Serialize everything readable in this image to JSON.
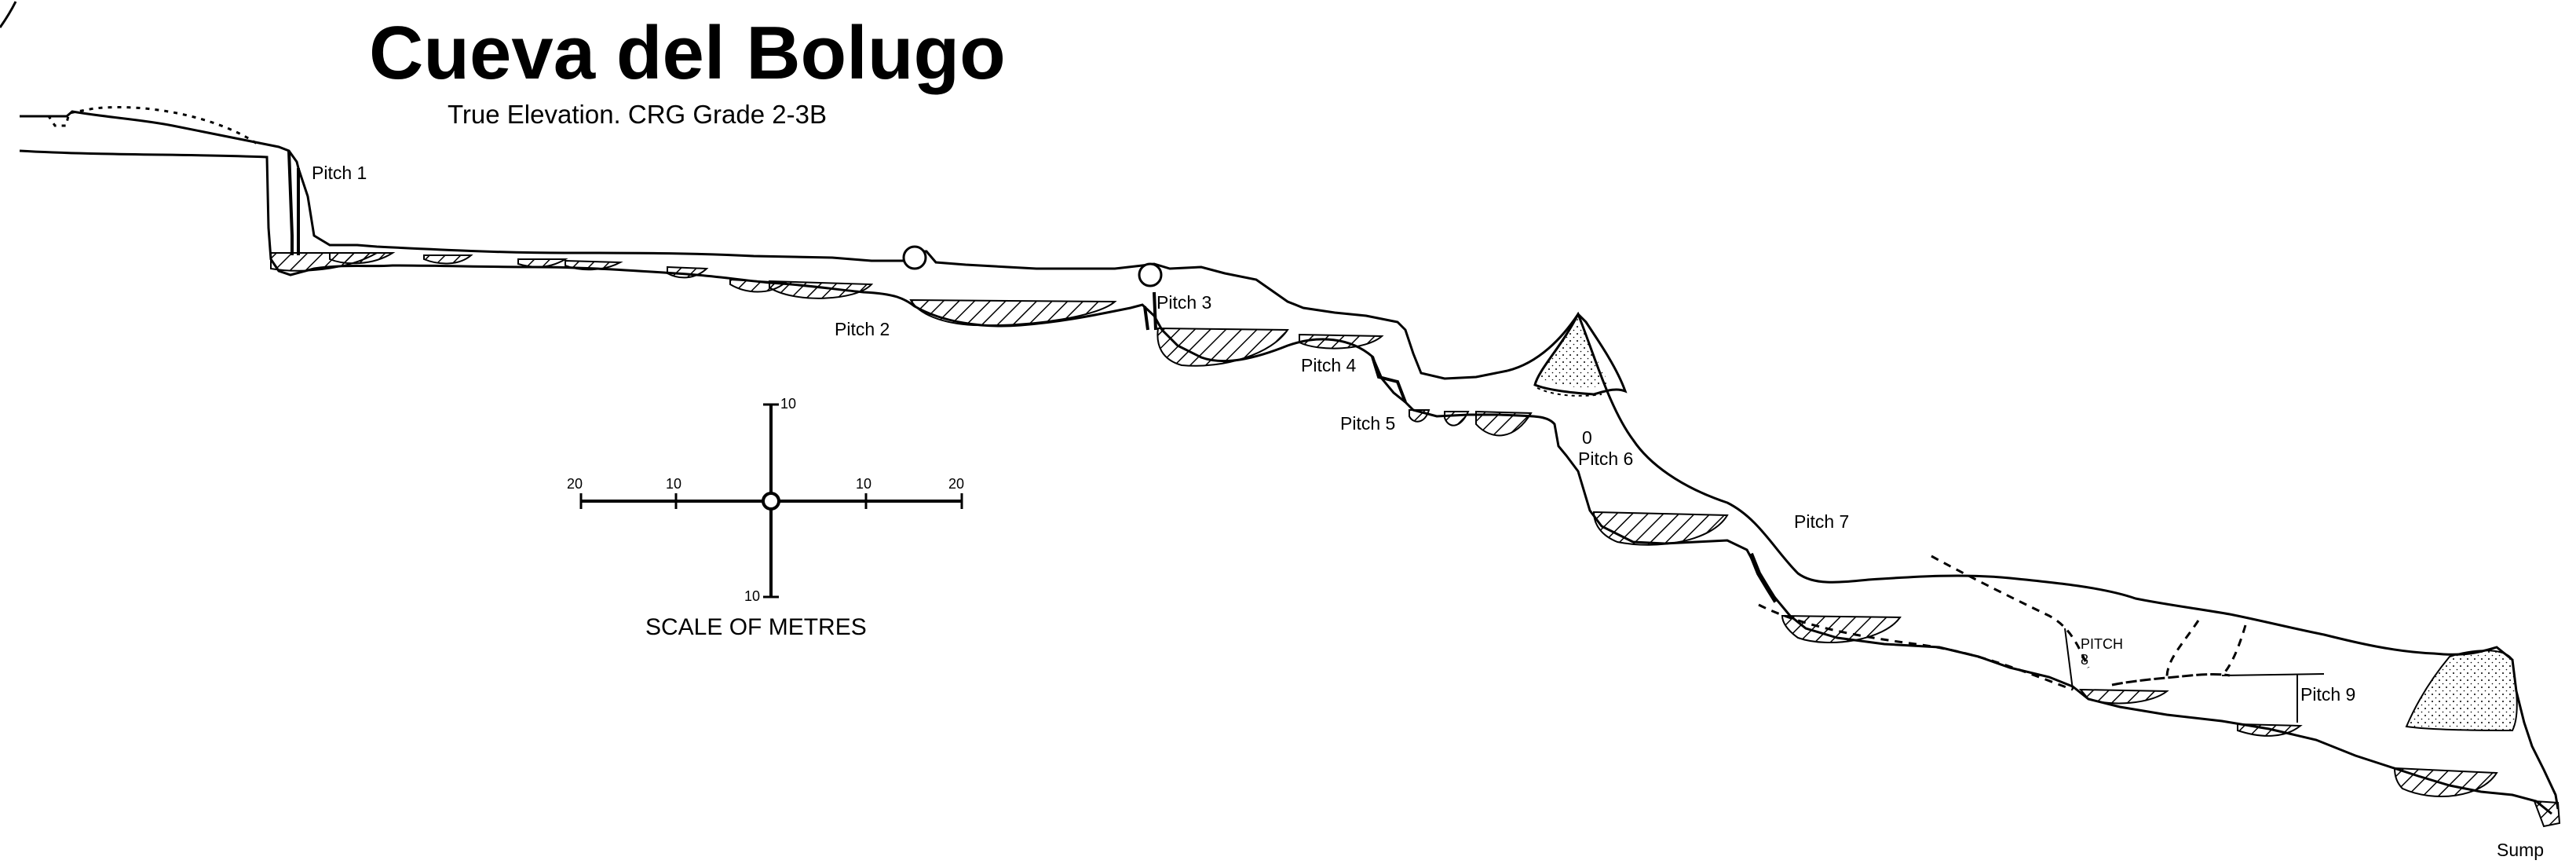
{
  "survey": {
    "title": "Cueva del Bolugo",
    "subtitle": "True Elevation.  CRG Grade 2-3B",
    "pitches": [
      "Pitch 1",
      "Pitch 2",
      "Pitch 3",
      "Pitch 4",
      "Pitch 5",
      "Pitch 6",
      "Pitch 7",
      "PITCH",
      "Pitch 9"
    ],
    "pitch8_number": "8",
    "sump": "Sump",
    "zero_marker": "0"
  },
  "scale": {
    "label": "SCALE OF METRES",
    "ticks_horizontal": [
      "20",
      "10",
      "10",
      "20"
    ],
    "ticks_vertical": [
      "10",
      "10"
    ]
  },
  "colors": {
    "ink": "#000000",
    "paper": "#ffffff"
  }
}
